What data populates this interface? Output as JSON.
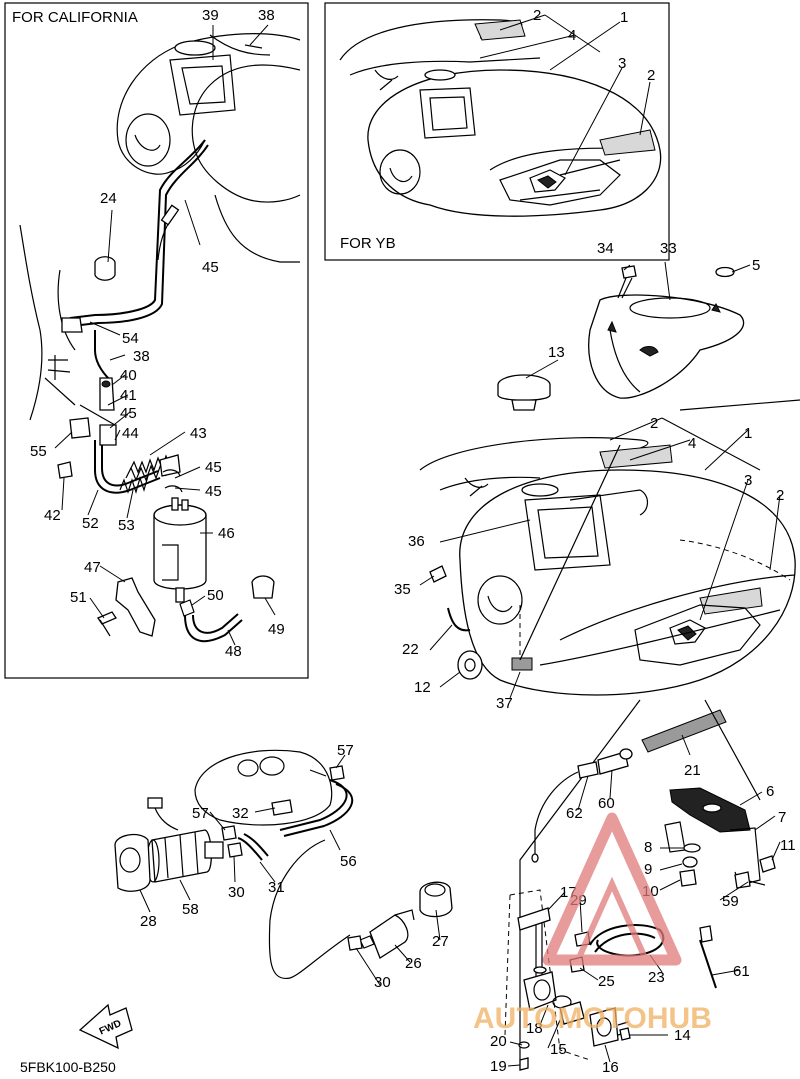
{
  "panels": {
    "california_title": "FOR CALIFORNIA",
    "yb_title": "FOR YB"
  },
  "diagram_code": "5FBK100-B250",
  "fwd_label": "FWD",
  "watermark": "AUTOMOTOHUB",
  "callouts": {
    "c39": "39",
    "c38a": "38",
    "c45a": "45",
    "c24": "24",
    "c54": "54",
    "c38b": "38",
    "c40": "40",
    "c41": "41",
    "c45b": "45",
    "c44": "44",
    "c43": "43",
    "c55": "55",
    "c45c": "45",
    "c45d": "45",
    "c42": "42",
    "c52": "52",
    "c53": "53",
    "c46": "46",
    "c47": "47",
    "c51": "51",
    "c50": "50",
    "c49": "49",
    "c48": "48",
    "y2a": "2",
    "y4": "4",
    "y1": "1",
    "y3": "3",
    "y2b": "2",
    "m34": "34",
    "m33": "33",
    "m5": "5",
    "m13": "13",
    "m2": "2",
    "m4": "4",
    "m1": "1",
    "m3": "3",
    "m2b": "2",
    "m36": "36",
    "m35": "35",
    "m22": "22",
    "m12": "12",
    "m37": "37",
    "b21": "21",
    "b57a": "57",
    "b32": "32",
    "b57b": "57",
    "b56": "56",
    "b30a": "30",
    "b31": "31",
    "b28": "28",
    "b58": "58",
    "b62": "62",
    "b60": "60",
    "b6": "6",
    "b7": "7",
    "b11": "11",
    "b8": "8",
    "b9": "9",
    "b10": "10",
    "b59": "59",
    "b17": "17",
    "b29": "29",
    "b27": "27",
    "b26": "26",
    "b30b": "30",
    "b25": "25",
    "b23": "23",
    "b61": "61",
    "b18": "18",
    "b14": "14",
    "b20": "20",
    "b15": "15",
    "b19": "19",
    "b16": "16"
  }
}
